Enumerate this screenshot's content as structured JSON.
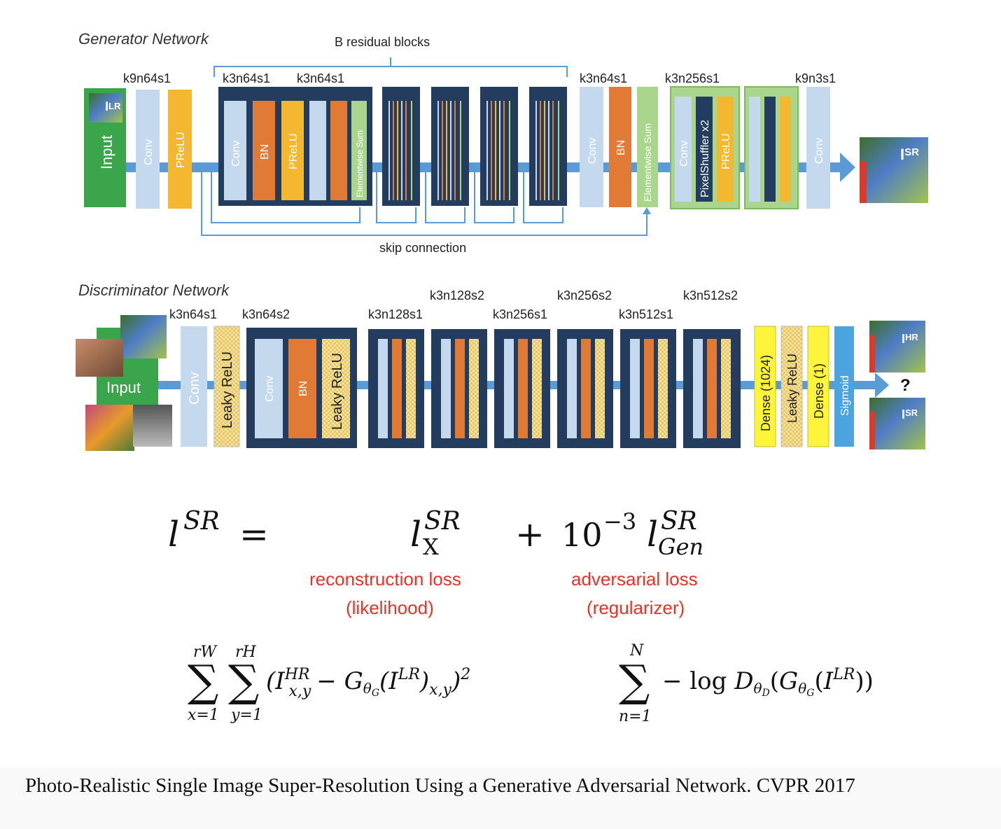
{
  "generator": {
    "title": "Generator Network",
    "residual_label": "B residual blocks",
    "skip_label": "skip connection",
    "input_label": "Input",
    "input_sub": "LR",
    "output_sub": "SR",
    "kernel_labels": [
      "k9n64s1",
      "k3n64s1",
      "k3n64s1",
      "k3n64s1",
      "k3n256s1",
      "k9n3s1"
    ],
    "layers": [
      "Conv",
      "PReLU",
      "Conv",
      "BN",
      "PReLU",
      "Elementwise Sum",
      "Conv",
      "BN",
      "Elementwise Sum",
      "Conv",
      "PixelShuffler x2",
      "PReLU",
      "Conv"
    ]
  },
  "discriminator": {
    "title": "Discriminator Network",
    "input_label": "Input",
    "kernel_labels": [
      "k3n64s1",
      "k3n64s2",
      "k3n128s1",
      "k3n128s2",
      "k3n256s1",
      "k3n256s2",
      "k3n512s1",
      "k3n512s2"
    ],
    "layers": [
      "Conv",
      "Leaky ReLU",
      "Conv",
      "BN",
      "Leaky ReLU",
      "Dense (1024)",
      "Leaky ReLU",
      "Dense (1)",
      "Sigmoid"
    ],
    "output_hr": "HR",
    "output_sr": "SR",
    "question": "?"
  },
  "loss": {
    "l": "l",
    "sr": "SR",
    "equals": "=",
    "x_sub": "X",
    "plus": "+",
    "coef": "10",
    "coef_exp": "−3",
    "gen_sub": "Gen",
    "recon_line1": "reconstruction loss",
    "recon_line2": "(likelihood)",
    "adv_line1": "adversarial loss",
    "adv_line2": "(regularizer)"
  },
  "formulas": {
    "sum1_top": "rW",
    "sum1_bottom": "x=1",
    "sum2_top": "rH",
    "sum2_bottom": "y=1",
    "sum3_top": "N",
    "sum3_bottom": "n=1",
    "recon_body": "(I^HR_x,y − G_θG(I^LR)_x,y)^2",
    "adv_body": "− log D_θD(G_θG(I^LR))"
  },
  "footer": "Photo-Realistic Single Image Super-Resolution Using a Generative Adversarial Network. CVPR 2017",
  "colors": {
    "conv": "#c5d9ee",
    "bn": "#e07a35",
    "prelu": "#f3b830",
    "block": "#243c5e",
    "elementwise": "#a9d58d",
    "input": "#3aa54a",
    "arrow": "#5b9bd5",
    "dense": "#fef43a",
    "sigmoid": "#4ba3df",
    "red_text": "#e5332a"
  }
}
